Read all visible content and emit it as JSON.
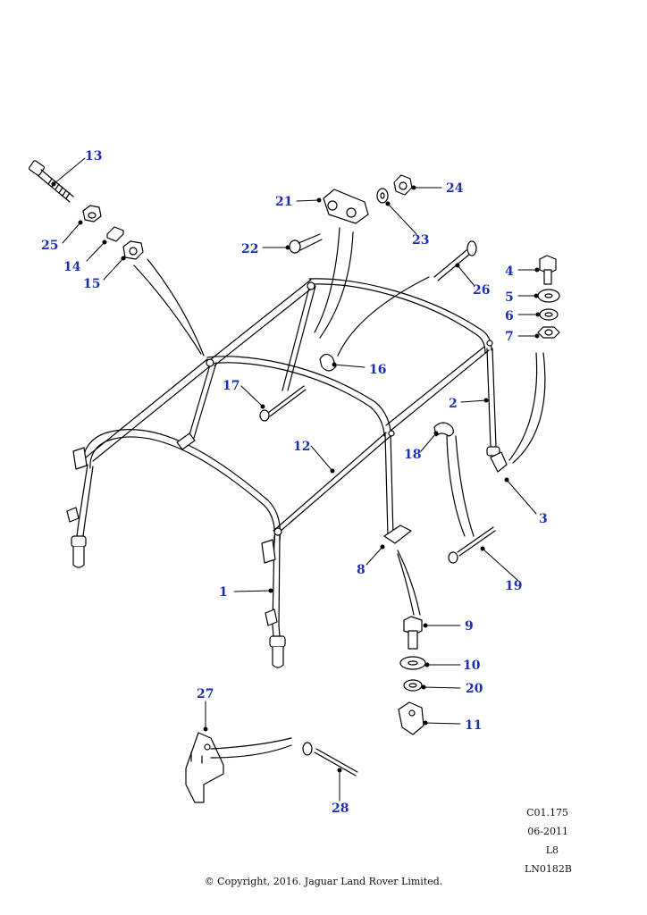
{
  "diagram": {
    "callouts": [
      "1",
      "2",
      "3",
      "4",
      "5",
      "6",
      "7",
      "8",
      "9",
      "10",
      "11",
      "12",
      "13",
      "14",
      "15",
      "16",
      "17",
      "18",
      "19",
      "20",
      "21",
      "22",
      "23",
      "24",
      "25",
      "26",
      "27",
      "28"
    ],
    "colors": {
      "callout": "#1b2fb3",
      "line": "#000000",
      "part_fill": "#ffffff"
    }
  },
  "footer": {
    "ref_code": "C01.175",
    "date": "06-2011",
    "level": "L8",
    "drawing_id": "LN0182B",
    "copyright": "© Copyright, 2016. Jaguar Land Rover Limited."
  }
}
